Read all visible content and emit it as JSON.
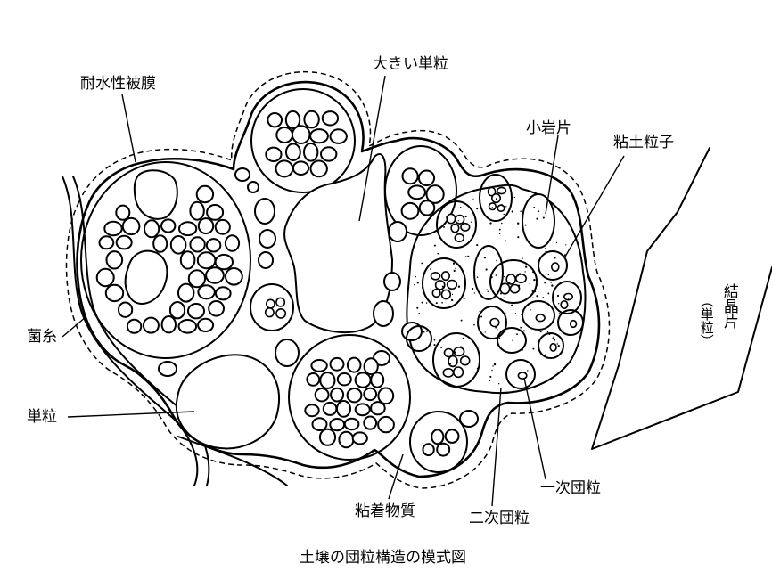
{
  "labels": {
    "hydrophobic_film": "耐水性被膜",
    "large_single_grain": "大きい単粒",
    "small_rock_fragment": "小岩片",
    "clay_particle": "粘土粒子",
    "crystal_fragment": "結晶片",
    "single_grain_paren": "（単粒）",
    "fungal_hypha": "菌糸",
    "single_grain": "単粒",
    "primary_aggregate": "一次団粒",
    "binding_substance": "粘着物質",
    "secondary_aggregate": "二次団粒"
  },
  "caption": "土壌の団粒構造の模式図"
}
